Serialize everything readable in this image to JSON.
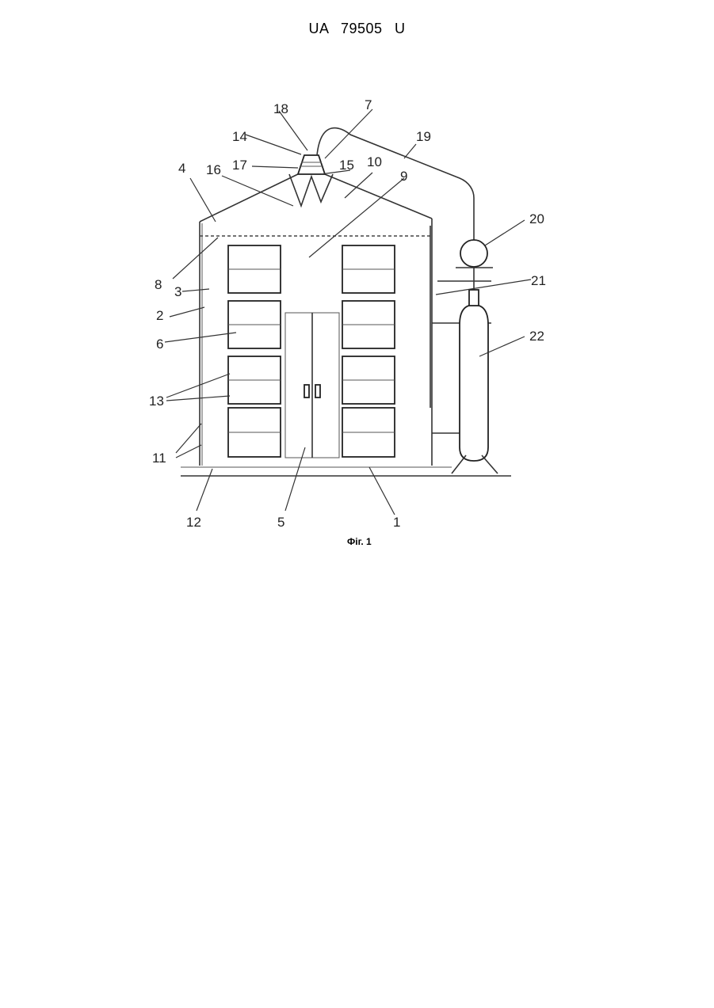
{
  "document": {
    "header": "UA 79505 U",
    "caption": "Фіг. 1"
  },
  "labels": [
    "1",
    "2",
    "3",
    "4",
    "5",
    "6",
    "7",
    "8",
    "9",
    "10",
    "11",
    "12",
    "13",
    "14",
    "15",
    "16",
    "17",
    "18",
    "19",
    "20",
    "21",
    "22"
  ]
}
